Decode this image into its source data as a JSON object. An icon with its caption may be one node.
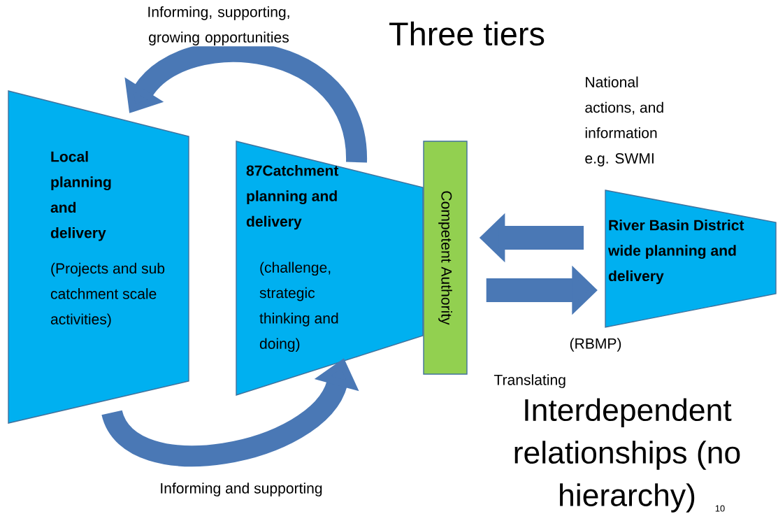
{
  "diagram": {
    "title": "Three tiers",
    "nodes": [
      {
        "text": [
          "Local planning and delivery",
          "(Projects and sub catchment scale activities)"
        ]
      },
      {
        "text": [
          "87Catchment planning and delivery",
          "(challenge, strategic thinking and doing)"
        ]
      },
      {
        "text": [
          "Competent Authority"
        ]
      },
      {
        "text": [
          "River Basin District wide planning and delivery"
        ],
        "beside": [
          "(RBMP)"
        ]
      }
    ],
    "edges": [
      {
        "from": 1,
        "to": 0,
        "arrow": "to",
        "label": "Informing, supporting, growing opportunities"
      },
      {
        "from": 0,
        "to": 1,
        "arrow": "to",
        "label": "Informing and supporting"
      },
      {
        "from": 3,
        "to": 2,
        "arrow": "to"
      },
      {
        "from": 2,
        "to": 3,
        "arrow": "to"
      }
    ],
    "labels": [
      "National actions, and information e.g. SWMI",
      "Translating",
      "Interdependent relationships (no hierarchy)",
      "10"
    ]
  }
}
